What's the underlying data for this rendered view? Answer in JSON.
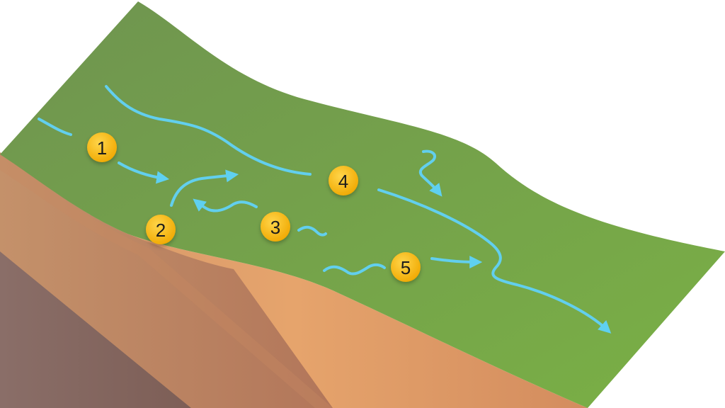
{
  "colors": {
    "grass_top": "#6f9a52",
    "grass_bottom": "#78ad47",
    "soil_light": "#e3a06a",
    "soil_mid": "#c98f62",
    "rock": "#8a6a62",
    "water": "#5fd0f0",
    "badge": "#f4b400"
  },
  "markers": [
    {
      "id": "1",
      "label": "1"
    },
    {
      "id": "2",
      "label": "2"
    },
    {
      "id": "3",
      "label": "3"
    },
    {
      "id": "4",
      "label": "4"
    },
    {
      "id": "5",
      "label": "5"
    }
  ]
}
